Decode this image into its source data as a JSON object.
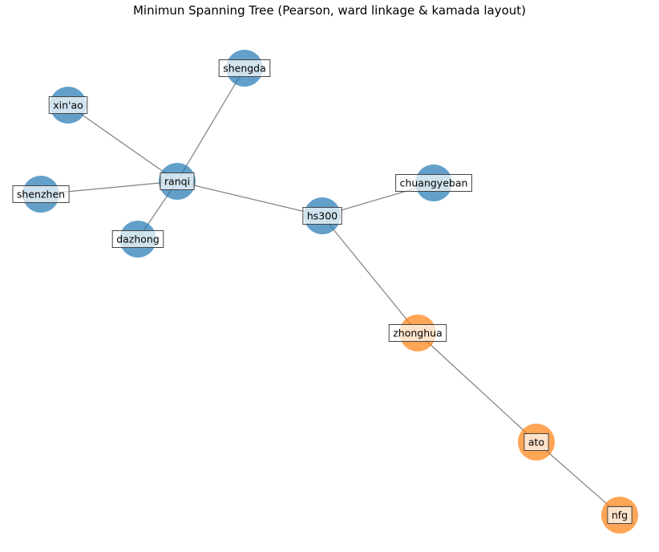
{
  "title": "Minimun Spanning Tree (Pearson, ward linkage & kamada layout)",
  "colors": {
    "cluster_blue": "#1f77b4",
    "cluster_orange": "#ff7f0e",
    "edge": "#808080",
    "label_box_border": "#444444"
  },
  "nodes": [
    {
      "id": "shengda",
      "label": "shengda",
      "cluster": "blue"
    },
    {
      "id": "xinao",
      "label": "xin'ao",
      "cluster": "blue"
    },
    {
      "id": "ranqi",
      "label": "ranqi",
      "cluster": "blue"
    },
    {
      "id": "shenzhen",
      "label": "shenzhen",
      "cluster": "blue"
    },
    {
      "id": "dazhong",
      "label": "dazhong",
      "cluster": "blue"
    },
    {
      "id": "hs300",
      "label": "hs300",
      "cluster": "blue"
    },
    {
      "id": "chuangyeban",
      "label": "chuangyeban",
      "cluster": "blue"
    },
    {
      "id": "zhonghua",
      "label": "zhonghua",
      "cluster": "orange"
    },
    {
      "id": "ato",
      "label": "ato",
      "cluster": "orange"
    },
    {
      "id": "nfg",
      "label": "nfg",
      "cluster": "orange"
    }
  ],
  "edges": [
    [
      "ranqi",
      "shengda"
    ],
    [
      "ranqi",
      "xinao"
    ],
    [
      "ranqi",
      "shenzhen"
    ],
    [
      "ranqi",
      "dazhong"
    ],
    [
      "ranqi",
      "hs300"
    ],
    [
      "hs300",
      "chuangyeban"
    ],
    [
      "hs300",
      "zhonghua"
    ],
    [
      "zhonghua",
      "ato"
    ],
    [
      "ato",
      "nfg"
    ]
  ]
}
